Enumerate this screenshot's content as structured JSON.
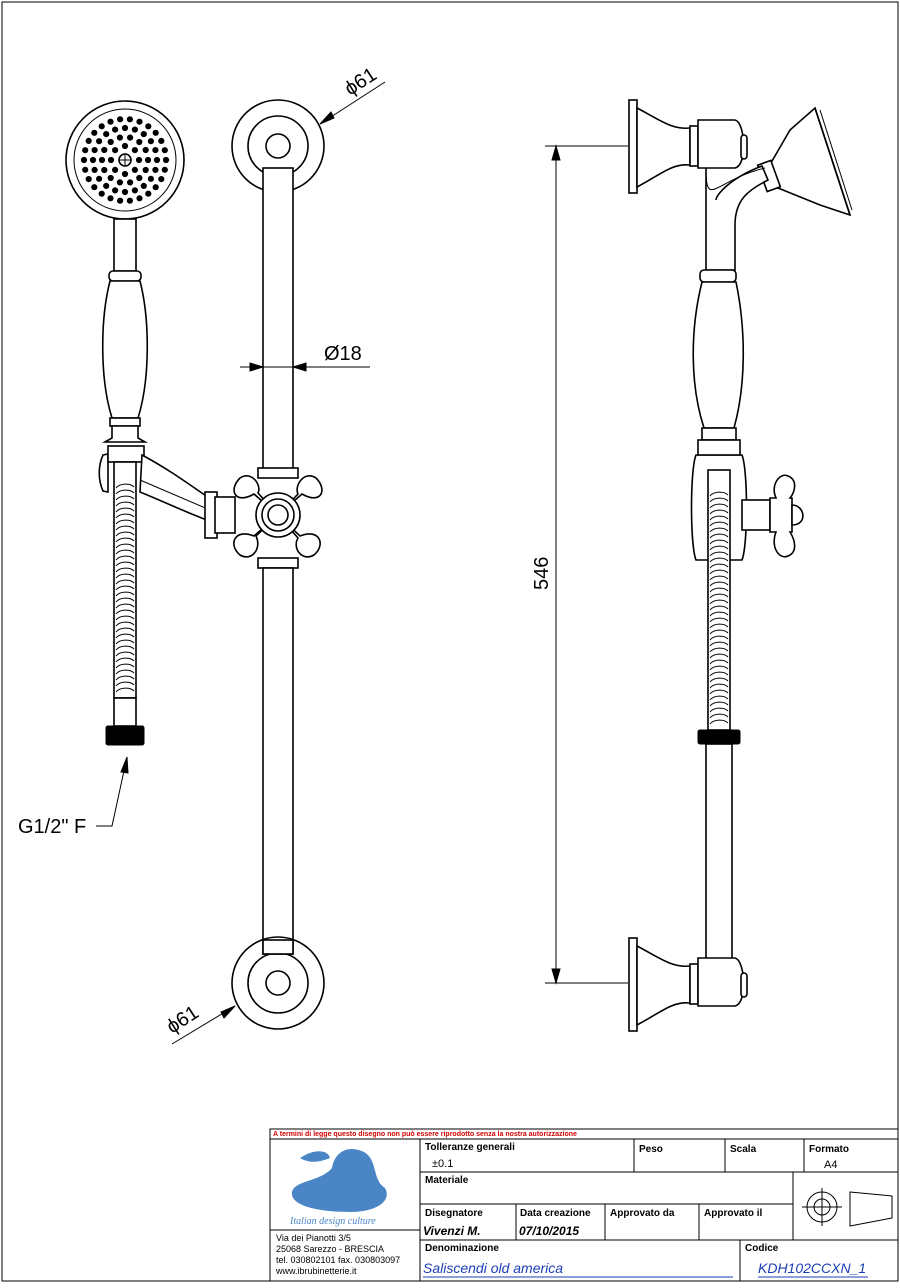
{
  "dimensions": {
    "diameter_top": "ϕ61",
    "diameter_bottom": "ϕ61",
    "bar_diameter": "Ø18",
    "bar_length": "546",
    "connection": "G1/2\" F"
  },
  "title_block": {
    "warning": "A termini di legge questo disegno non può essere riprodotto senza la nostra autorizzazione",
    "tolerances_label": "Tolleranze generali",
    "tolerances_value": "±0.1",
    "weight_label": "Peso",
    "scale_label": "Scala",
    "format_label": "Formato",
    "format_value": "A4",
    "material_label": "Materiale",
    "designer_label": "Disegnatore",
    "designer_value": "Vivenzi M.",
    "created_label": "Data creazione",
    "created_value": "07/10/2015",
    "approved_by_label": "Approvato da",
    "approved_on_label": "Approvato il",
    "name_label": "Denominazione",
    "name_value": "Saliscendi old america",
    "code_label": "Codice",
    "code_value": "KDH102CCXN_1",
    "brand_tagline": "Italian design culture",
    "address_1": "Via dei Pianotti 3/5",
    "address_2": "25068 Sarezzo - BRESCIA",
    "address_3": "tel. 030802101 fax. 030803097",
    "address_4": "www.ibrubinetterie.it"
  },
  "colors": {
    "line": "#000000",
    "logo": "#4a86c6",
    "warning": "#d40000",
    "value_text": "#1a3fb5"
  }
}
